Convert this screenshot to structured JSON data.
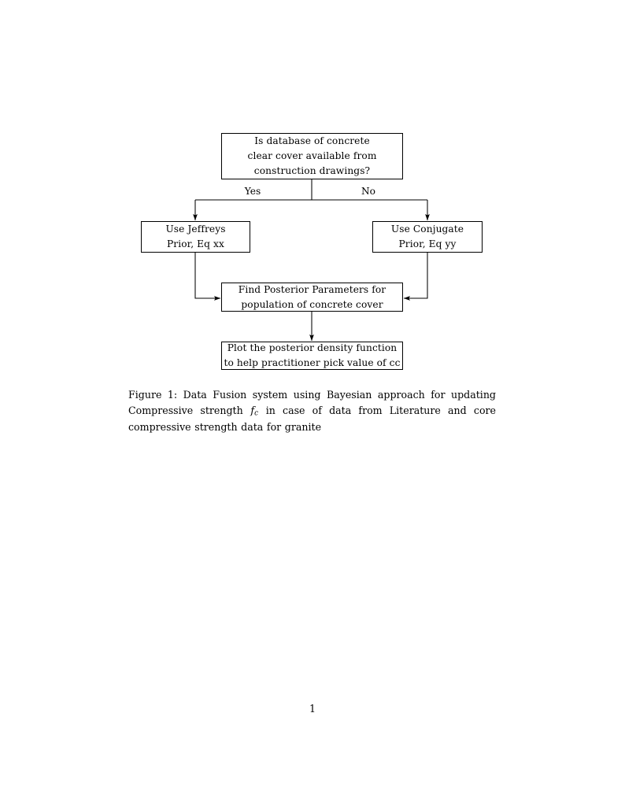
{
  "document": {
    "page_number": "1",
    "background_color": "#ffffff",
    "text_color": "#000000"
  },
  "figure": {
    "line_color": "#000000",
    "nodes": [
      {
        "id": "decision",
        "name": "decision-node",
        "lines": [
          "Is database of concrete",
          "clear cover available from",
          "construction drawings?"
        ]
      },
      {
        "id": "jeffreys",
        "name": "jeffreys-prior-node",
        "lines": [
          "Use Jeffreys",
          "Prior, Eq xx"
        ]
      },
      {
        "id": "conjugate",
        "name": "conjugate-prior-node",
        "lines": [
          "Use Conjugate",
          "Prior, Eq yy"
        ]
      },
      {
        "id": "posterior",
        "name": "find-posterior-node",
        "lines": [
          "Find Posterior Parameters for",
          "population of concrete cover"
        ]
      },
      {
        "id": "plot",
        "name": "plot-density-node",
        "lines": [
          "Plot the posterior density function",
          "to help practitioner pick value of cc"
        ]
      }
    ],
    "edge_labels": {
      "yes": "Yes",
      "no": "No"
    }
  },
  "caption": {
    "label": "Figure 1:",
    "text_before_math": " Data Fusion system using Bayesian approach for updating Compressive strength ",
    "math_symbol": "f",
    "math_subscript": "c",
    "text_after_math": " in case of data from Literature and core compressive strength data for granite"
  }
}
